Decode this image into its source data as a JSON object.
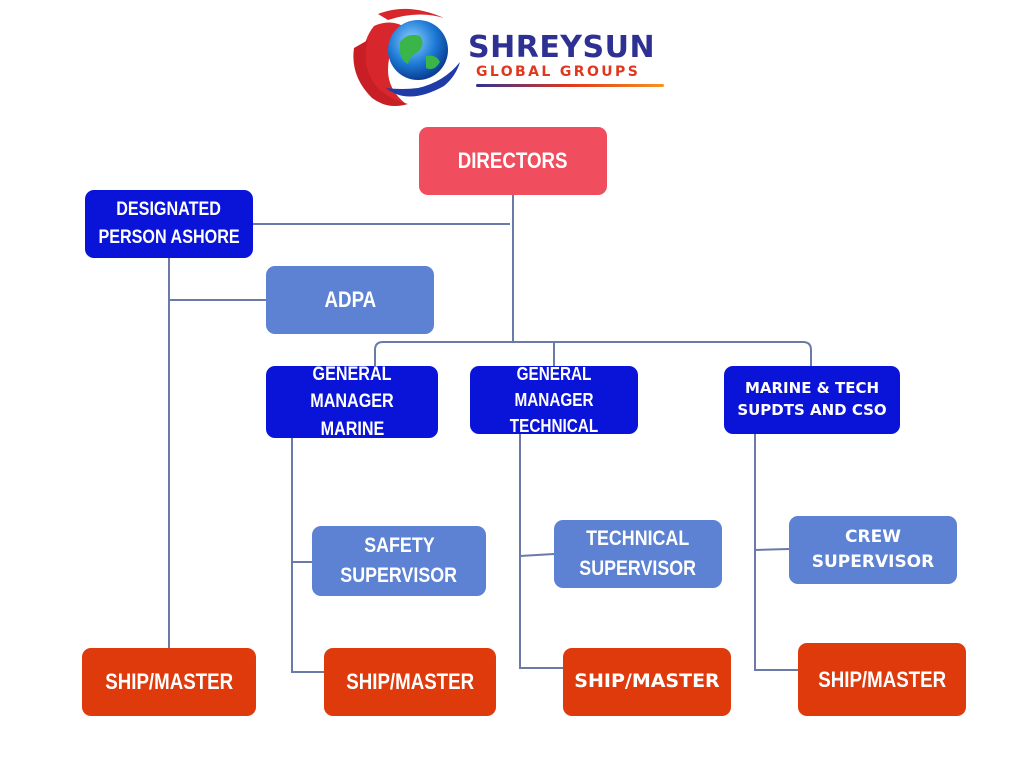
{
  "brand": {
    "name": "SHREYSUN",
    "subtitle": "GLOBAL GROUPS",
    "name_color": "#2e3192",
    "subtitle_color": "#e0371f"
  },
  "colors": {
    "directors": "#f04e5e",
    "dark_blue": "#0a14d8",
    "light_blue": "#5d82d3",
    "orange_red": "#de3a0c",
    "connector": "#6b7aa8"
  },
  "boxes": {
    "directors": "DIRECTORS",
    "dpa_line1": "DESIGNATED",
    "dpa_line2": "PERSON ASHORE",
    "adpa": "ADPA",
    "gm_marine_line1": "GENERAL MANAGER",
    "gm_marine_line2": "MARINE",
    "gm_technical_line1": "GENERAL MANAGER",
    "gm_technical_line2": "TECHNICAL",
    "marine_tech_line1": "MARINE & TECH",
    "marine_tech_line2": "SUPDTS AND CSO",
    "safety_line1": "SAFETY",
    "safety_line2": "SUPERVISOR",
    "technical_sup_line1": "TECHNICAL",
    "technical_sup_line2": "SUPERVISOR",
    "crew_line1": "CREW",
    "crew_line2": "SUPERVISOR",
    "ship_master_1": "SHIP/MASTER",
    "ship_master_2": "SHIP/MASTER",
    "ship_master_3": "SHIP/MASTER",
    "ship_master_4": "SHIP/MASTER"
  }
}
